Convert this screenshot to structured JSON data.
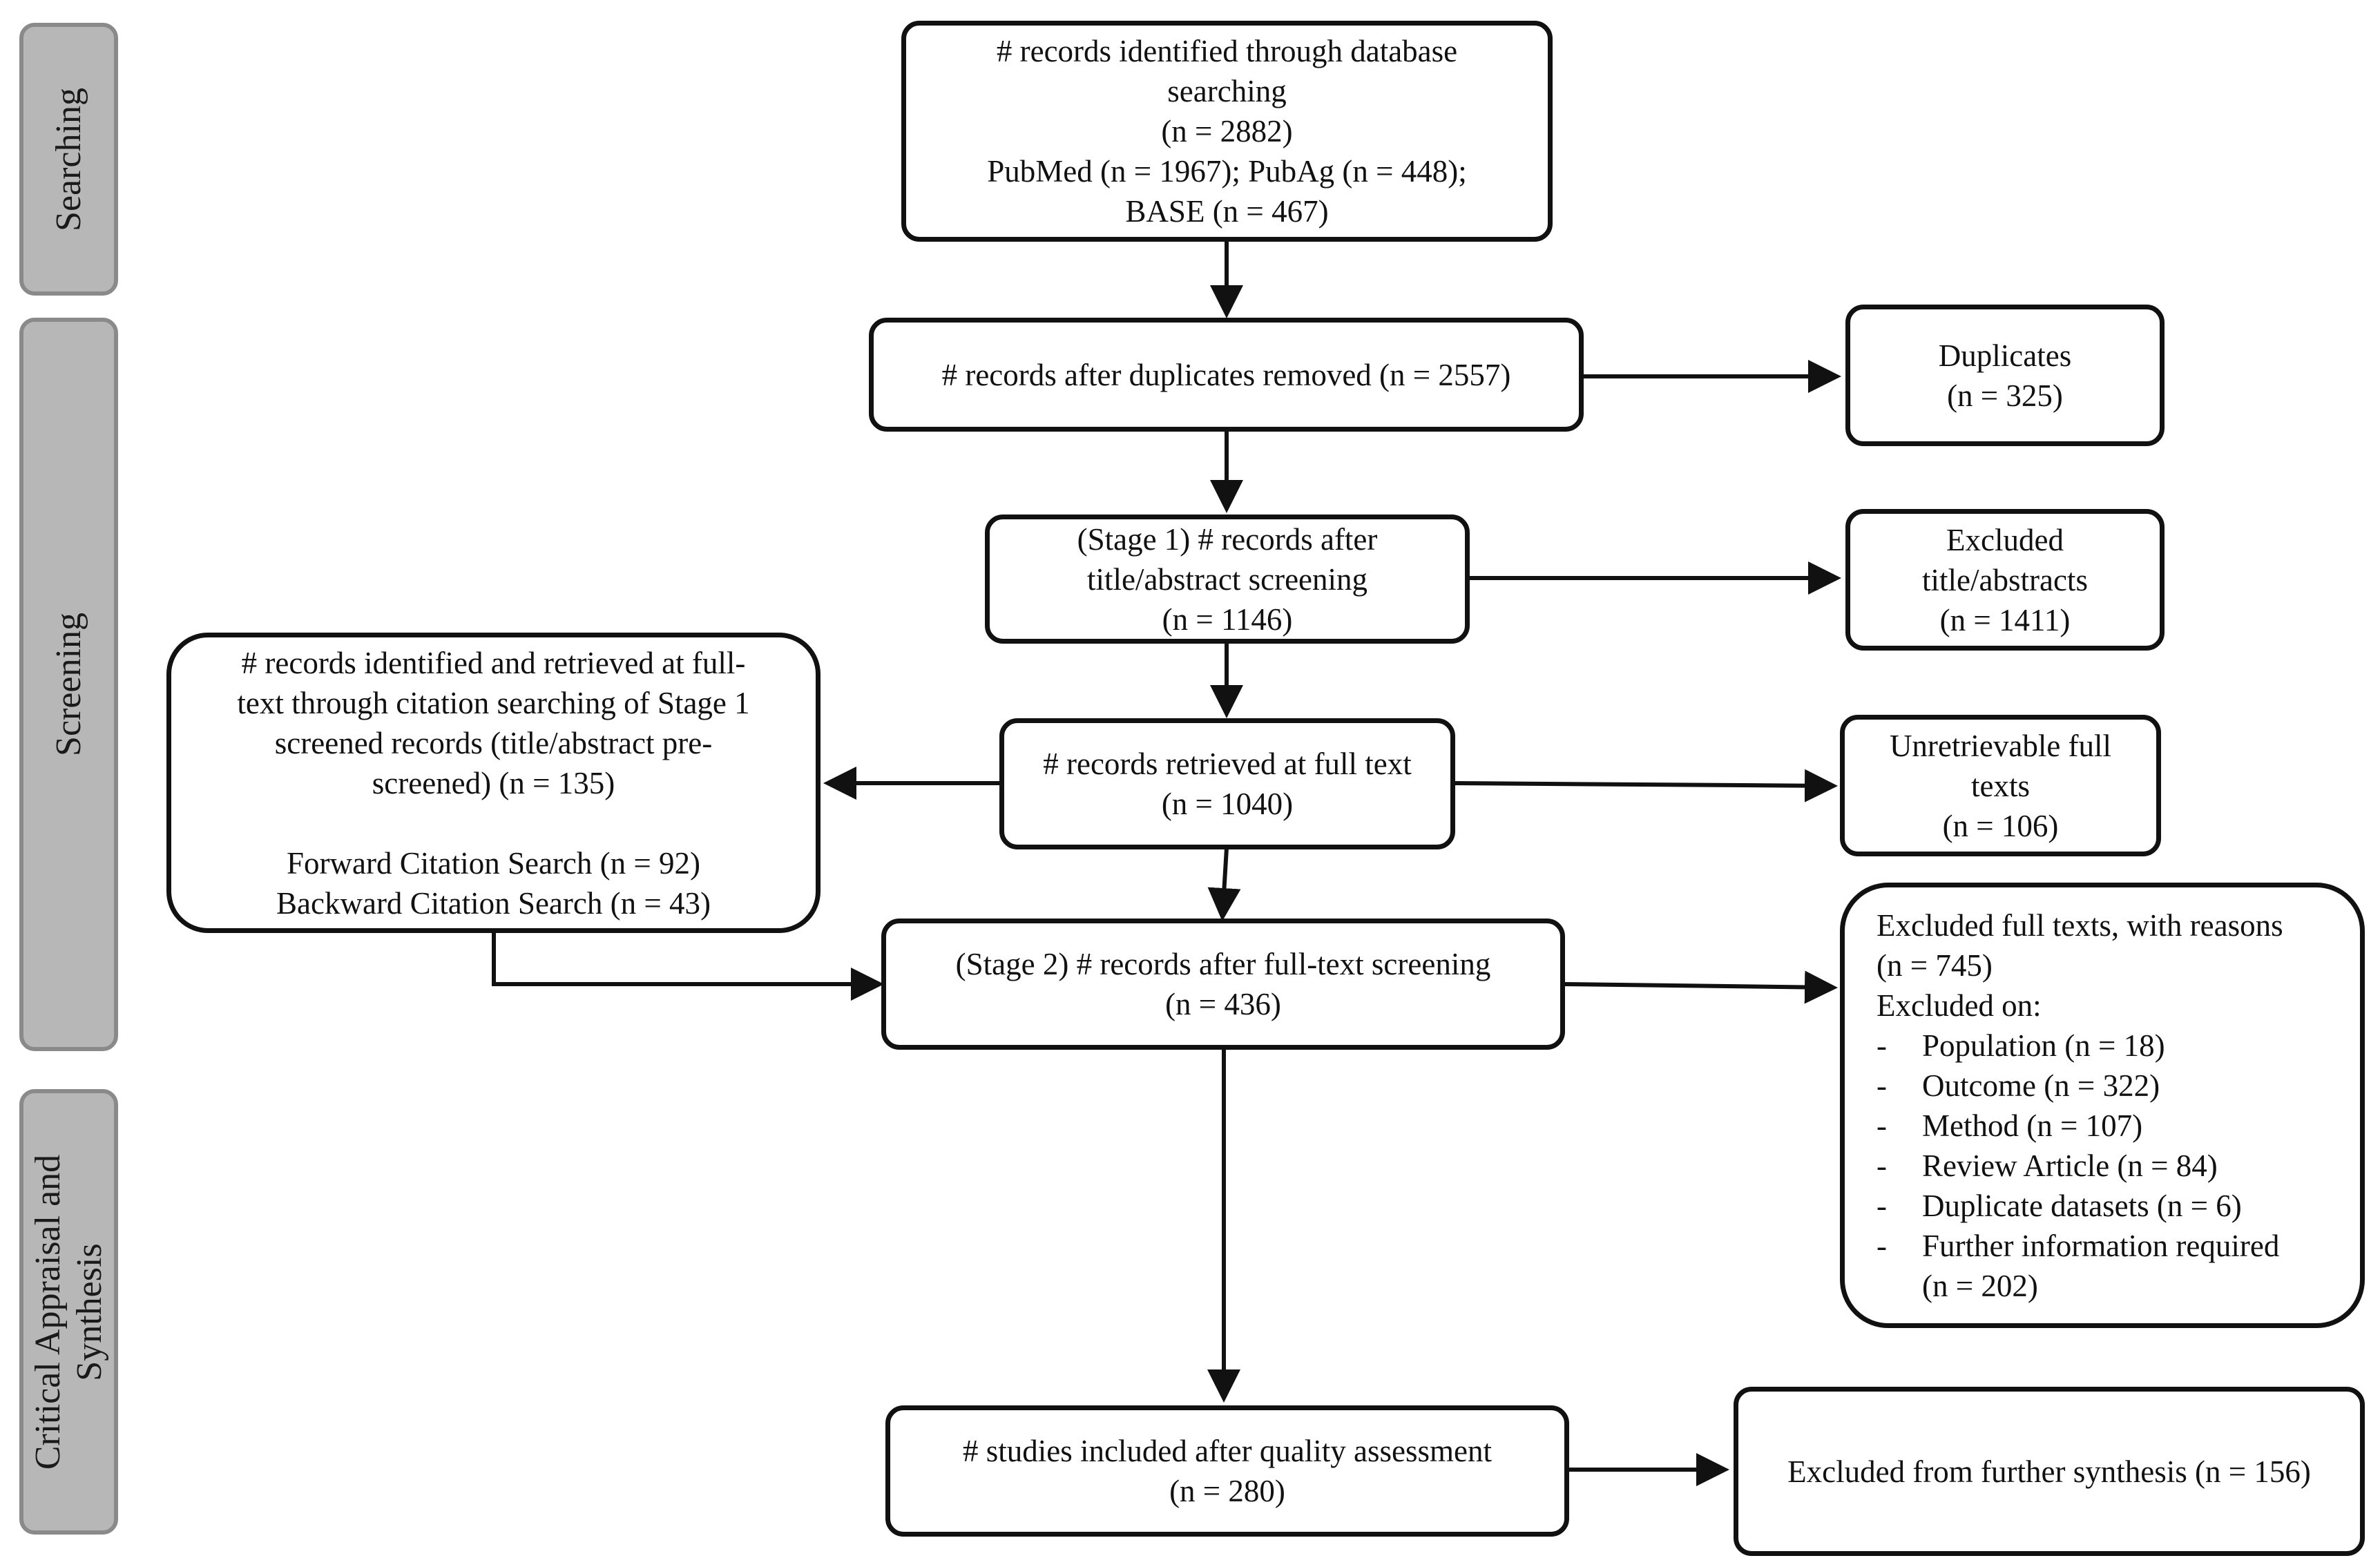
{
  "phases": {
    "searching": [
      "Searching"
    ],
    "screening": [
      "Screening"
    ],
    "appraisal": [
      "Critical Appraisal and",
      "Synthesis"
    ]
  },
  "boxes": {
    "identified": [
      "# records identified through database",
      "searching",
      "(n = 2882)",
      "PubMed (n = 1967); PubAg (n = 448);",
      "BASE (n = 467)"
    ],
    "after_duplicates": [
      "# records after duplicates removed (n = 2557)"
    ],
    "duplicates": [
      "Duplicates",
      "(n = 325)"
    ],
    "stage1": [
      "(Stage 1) # records after",
      "title/abstract screening",
      "(n = 1146)"
    ],
    "excluded_title": [
      "Excluded",
      "title/abstracts",
      "(n = 1411)"
    ],
    "citation_search": {
      "lines": [
        "# records identified and retrieved at full-",
        "text through citation searching of Stage 1",
        "screened records (title/abstract pre-",
        "screened) (n = 135)"
      ],
      "sub": [
        "Forward Citation Search (n = 92)",
        "Backward Citation Search (n = 43)"
      ]
    },
    "full_text": [
      "# records retrieved at full text",
      "(n = 1040)"
    ],
    "unretrievable": [
      "Unretrievable full",
      "texts",
      "(n = 106)"
    ],
    "stage2": [
      "(Stage 2) # records after full-text screening",
      "(n = 436)"
    ],
    "excluded_full": {
      "title": "Excluded full texts, with reasons",
      "count": "(n = 745)",
      "on_label": "Excluded on:",
      "reasons": [
        "Population (n = 18)",
        "Outcome (n = 322)",
        "Method (n = 107)",
        "Review Article (n = 84)",
        "Duplicate datasets (n = 6)",
        "Further information required"
      ],
      "last_cont": "(n = 202)"
    },
    "included": [
      "# studies included after quality assessment",
      "(n = 280)"
    ],
    "excluded_synthesis": [
      "Excluded from further synthesis (n = 156)"
    ]
  },
  "bullet_char": "-",
  "colors": {
    "line": "#111111",
    "phase_fill": "#b7b7b7",
    "phase_border": "#8a8a8a"
  }
}
